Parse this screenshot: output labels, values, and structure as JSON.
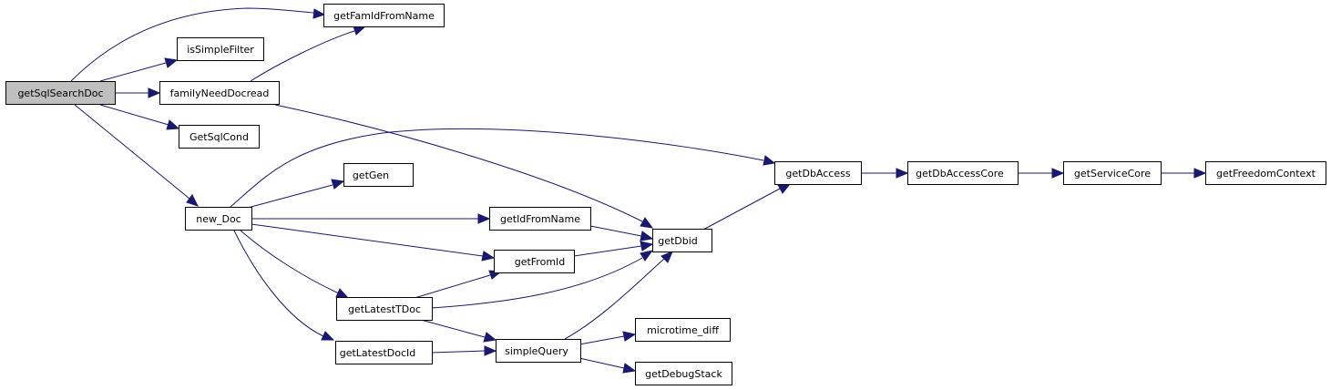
{
  "colors": {
    "edge": "#191970",
    "root_fill": "#bfbfbf",
    "node_fill": "#ffffff",
    "node_stroke": "#000000"
  },
  "nodes": {
    "getSqlSearchDoc": "getSqlSearchDoc",
    "getFamIdFromName": "getFamIdFromName",
    "isSimpleFilter": "isSimpleFilter",
    "familyNeedDocread": "familyNeedDocread",
    "GetSqlCond": "GetSqlCond",
    "new_Doc": "new_Doc",
    "getGen": "getGen",
    "getIdFromName": "getIdFromName",
    "getFromId": "getFromId",
    "getLatestTDoc": "getLatestTDoc",
    "getLatestDocId": "getLatestDocId",
    "simpleQuery": "simpleQuery",
    "microtime_diff": "microtime_diff",
    "getDebugStack": "getDebugStack",
    "getDbid": "getDbid",
    "getDbAccess": "getDbAccess",
    "getDbAccessCore": "getDbAccessCore",
    "getServiceCore": "getServiceCore",
    "getFreedomContext": "getFreedomContext"
  },
  "edges": [
    [
      "getSqlSearchDoc",
      "getFamIdFromName"
    ],
    [
      "getSqlSearchDoc",
      "isSimpleFilter"
    ],
    [
      "getSqlSearchDoc",
      "familyNeedDocread"
    ],
    [
      "getSqlSearchDoc",
      "GetSqlCond"
    ],
    [
      "getSqlSearchDoc",
      "new_Doc"
    ],
    [
      "familyNeedDocread",
      "getFamIdFromName"
    ],
    [
      "familyNeedDocread",
      "getDbid"
    ],
    [
      "new_Doc",
      "getDbAccess"
    ],
    [
      "new_Doc",
      "getGen"
    ],
    [
      "new_Doc",
      "getIdFromName"
    ],
    [
      "new_Doc",
      "getFromId"
    ],
    [
      "new_Doc",
      "getLatestTDoc"
    ],
    [
      "new_Doc",
      "getLatestDocId"
    ],
    [
      "getIdFromName",
      "getDbid"
    ],
    [
      "getFromId",
      "getDbid"
    ],
    [
      "getLatestTDoc",
      "getFromId"
    ],
    [
      "getLatestTDoc",
      "getDbid"
    ],
    [
      "getLatestTDoc",
      "simpleQuery"
    ],
    [
      "getLatestDocId",
      "simpleQuery"
    ],
    [
      "simpleQuery",
      "getDbid"
    ],
    [
      "simpleQuery",
      "microtime_diff"
    ],
    [
      "simpleQuery",
      "getDebugStack"
    ],
    [
      "getDbid",
      "getDbAccess"
    ],
    [
      "getDbAccess",
      "getDbAccessCore"
    ],
    [
      "getDbAccessCore",
      "getServiceCore"
    ],
    [
      "getServiceCore",
      "getFreedomContext"
    ]
  ]
}
